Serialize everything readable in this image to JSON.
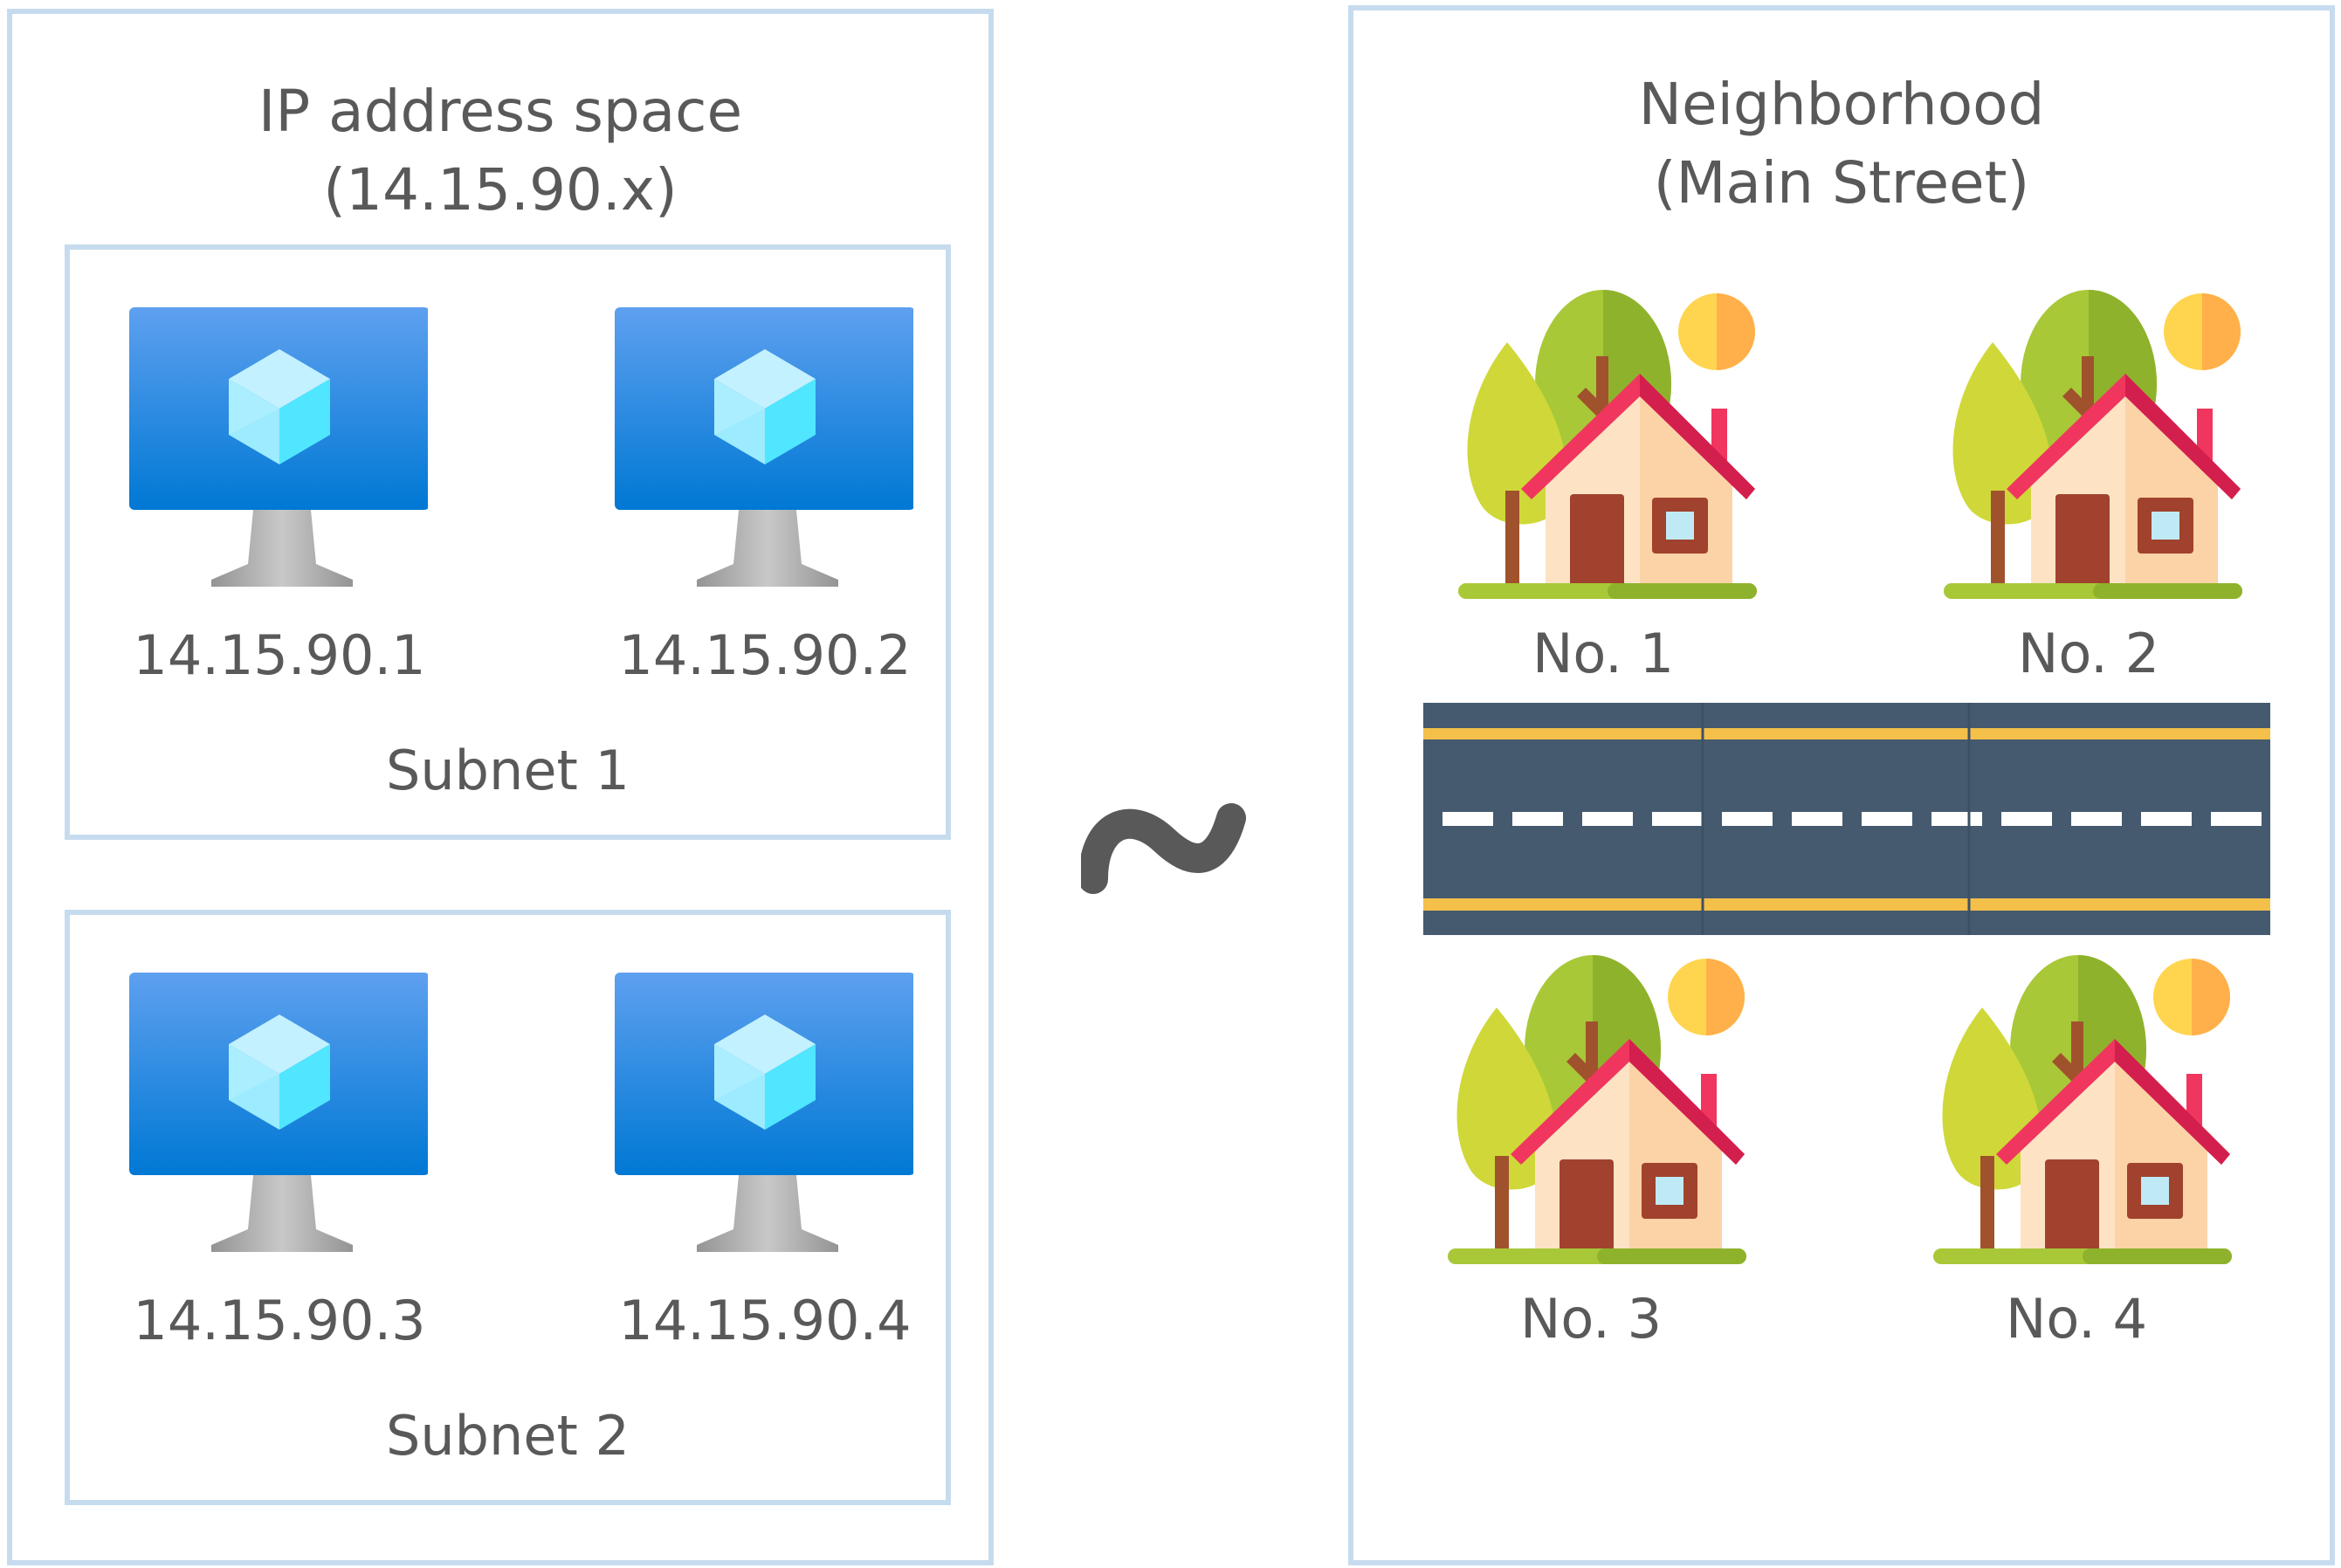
{
  "left": {
    "title_line1": "IP address space",
    "title_line2": "(14.15.90.x)",
    "subnets": [
      {
        "label": "Subnet 1",
        "hosts": [
          "14.15.90.1",
          "14.15.90.2"
        ]
      },
      {
        "label": "Subnet 2",
        "hosts": [
          "14.15.90.3",
          "14.15.90.4"
        ]
      }
    ]
  },
  "relation_symbol": "~",
  "right": {
    "title_line1": "Neighborhood",
    "title_line2": "(Main Street)",
    "houses": [
      "No. 1",
      "No. 2",
      "No. 3",
      "No. 4"
    ]
  },
  "colors": {
    "border": "#c6dcee",
    "text": "#595959",
    "vm_blue_top": "#5ea0ef",
    "vm_blue_bottom": "#0078d4",
    "road": "#455a6e",
    "road_line_yellow": "#f4c04a",
    "roof": "#f0365e"
  }
}
